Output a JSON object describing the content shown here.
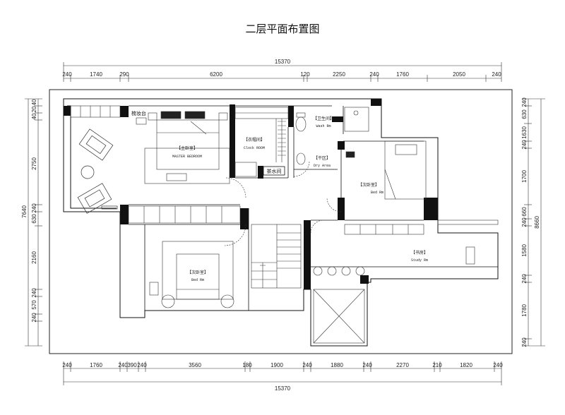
{
  "title": "二层平面布置图",
  "overall_width": "15370",
  "overall_depth": "8660",
  "top_dims": [
    "240",
    "1740",
    "290",
    "6200",
    "120",
    "2250",
    "240",
    "1760",
    "2050",
    "240"
  ],
  "bottom_dims": [
    "240",
    "1760",
    "240",
    "390",
    "240",
    "3560",
    "180",
    "1900",
    "240",
    "1880",
    "240",
    "2270",
    "210",
    "1820",
    "240"
  ],
  "left_dims": [
    "40",
    "20",
    "40",
    "2750",
    "7640",
    "240",
    "630",
    "2160",
    "240",
    "570",
    "240"
  ],
  "right_dims": [
    "240",
    "630",
    "1630",
    "240",
    "1700",
    "660",
    "240",
    "1580",
    "240",
    "1780",
    "240"
  ],
  "rooms": {
    "master_bedroom": {
      "cn": "【主卧室】",
      "en": "MASTER BEDROOM"
    },
    "cloakroom": {
      "cn": "【衣帽间】",
      "en": "Clock ROOM"
    },
    "washroom": {
      "cn": "【卫生间】",
      "en": "Wash Rm"
    },
    "dry_area": {
      "cn": "【干区】",
      "en": "Dry Area"
    },
    "bedroom_north": {
      "cn": "【次卧室】",
      "en": "Bed Rm"
    },
    "study": {
      "cn": "【书房】",
      "en": "Study Rm"
    },
    "bedroom_south": {
      "cn": "【次卧室】",
      "en": "Bed Rm"
    },
    "dressing_table": {
      "cn": "梳妆台"
    },
    "tea_room": {
      "cn": "茶水间"
    }
  }
}
